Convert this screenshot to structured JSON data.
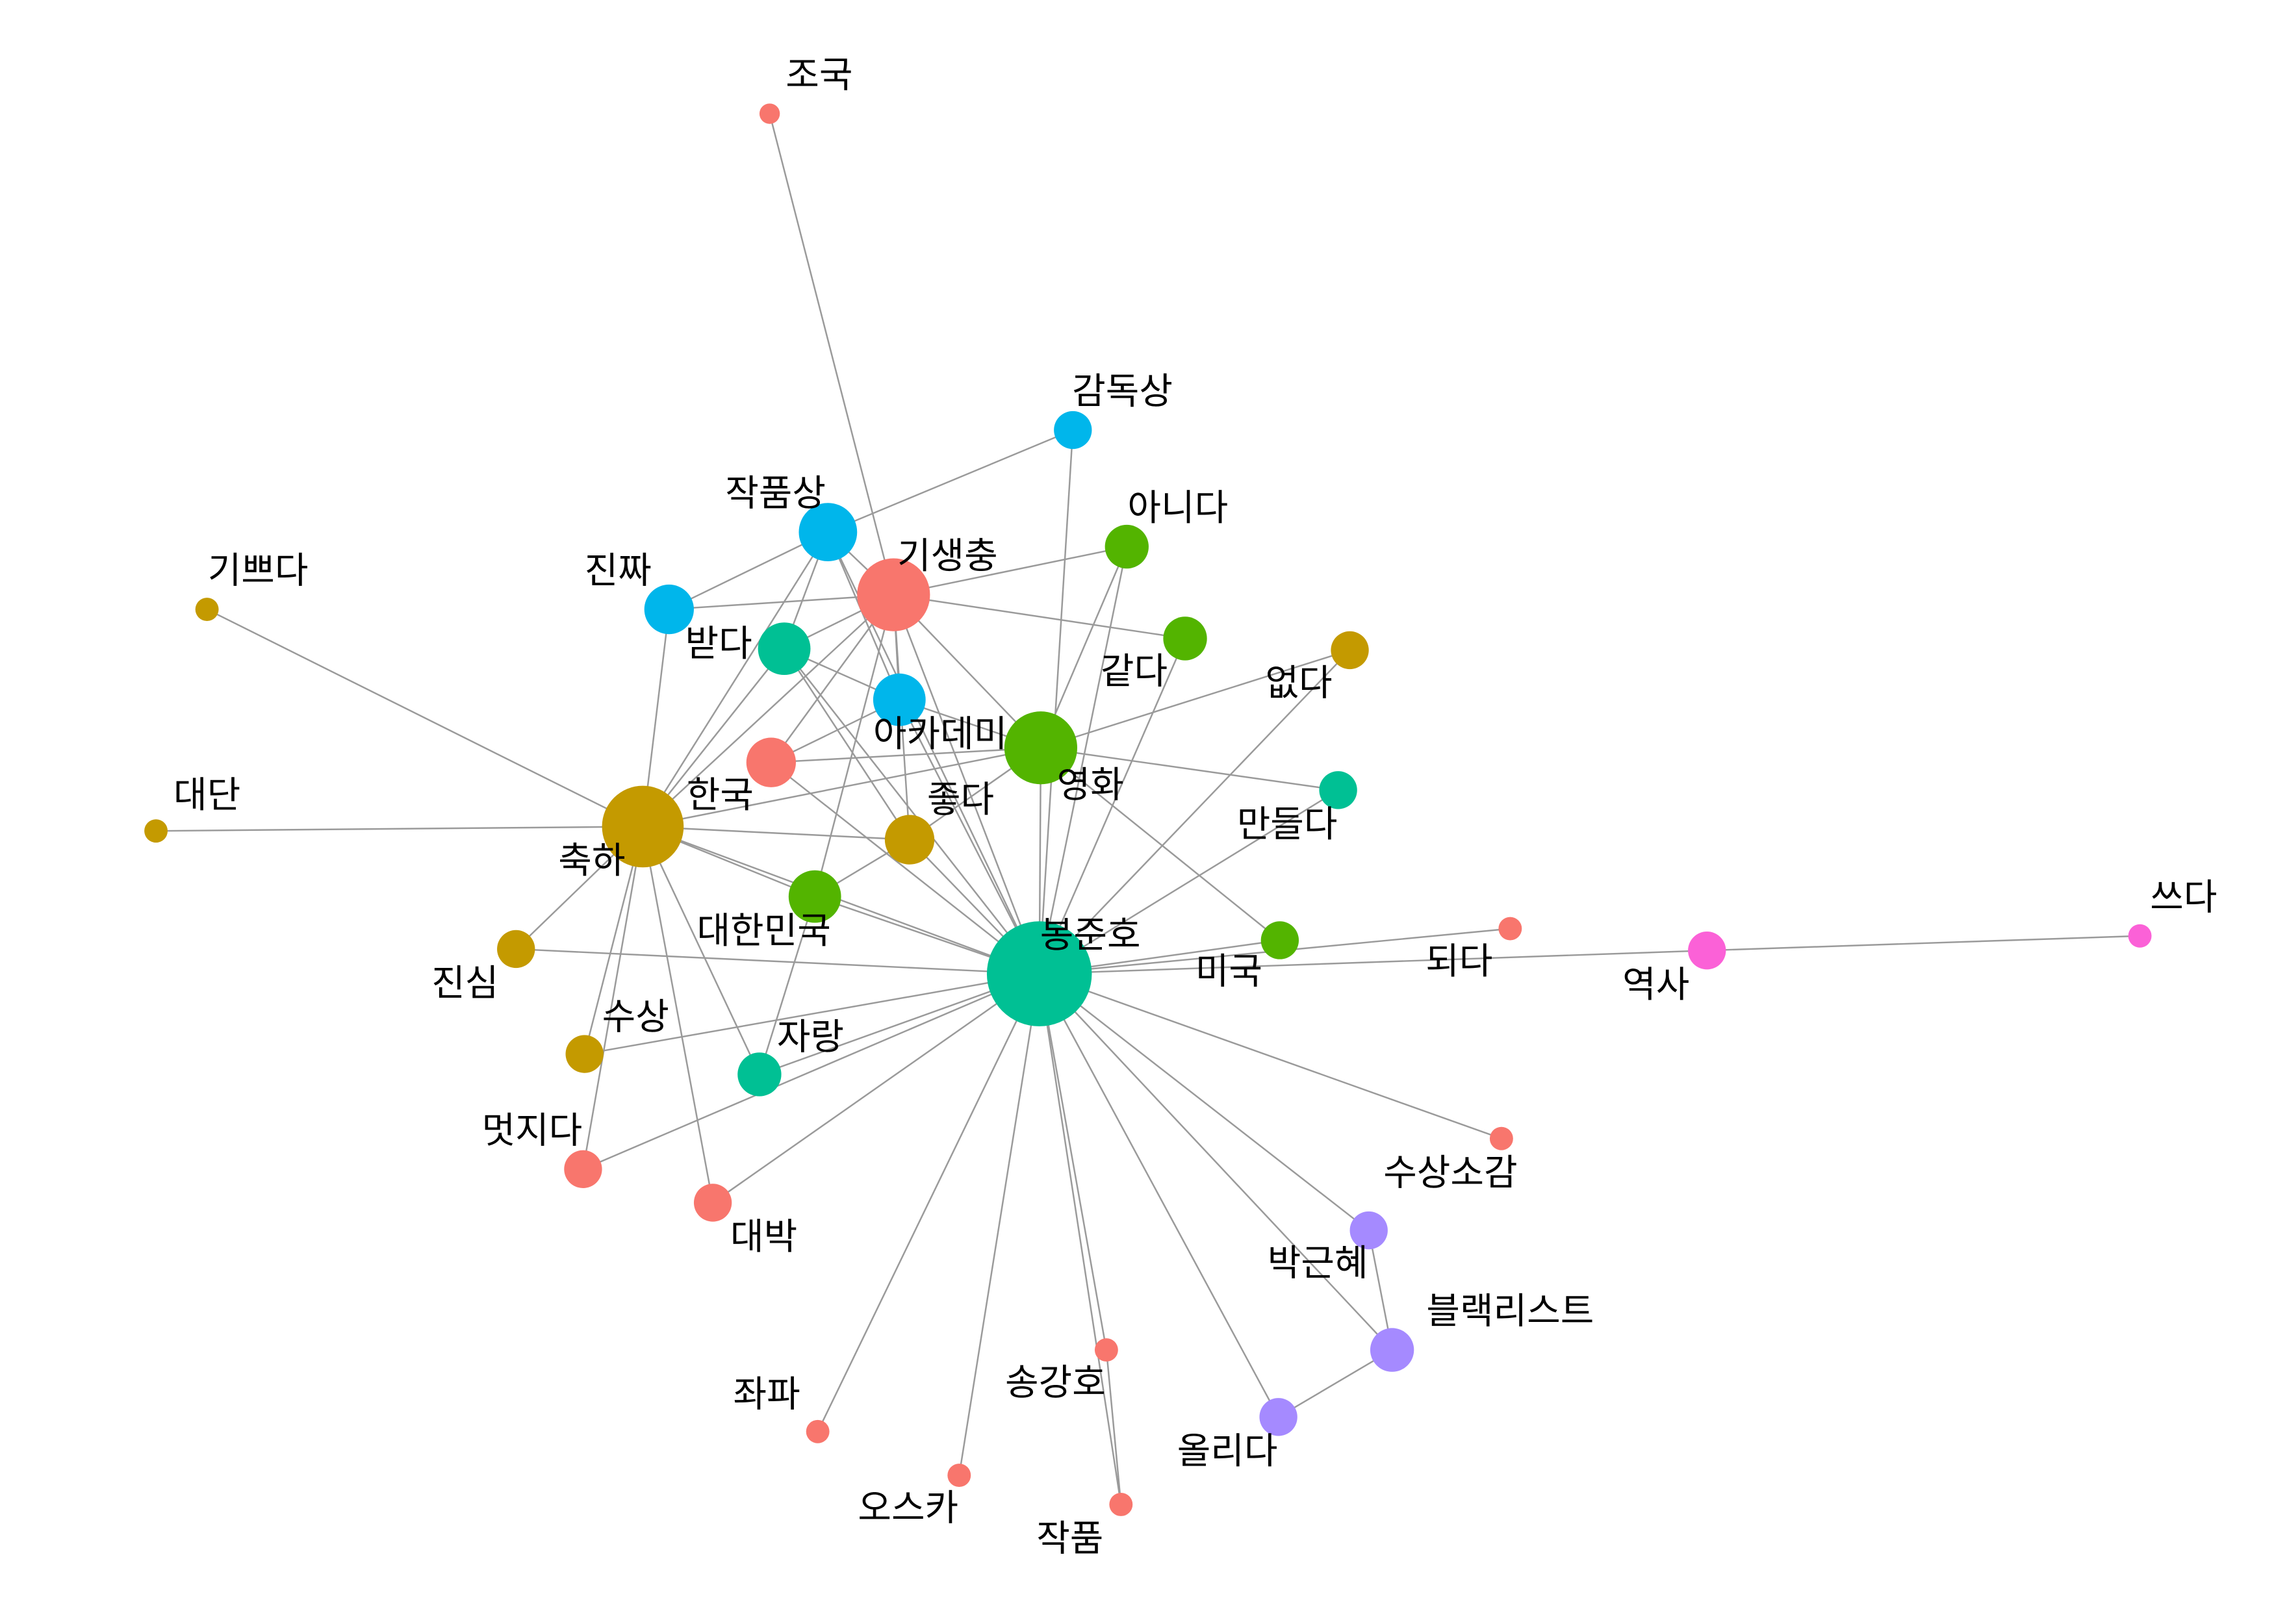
{
  "colors": {
    "red": "#F8766D",
    "olive": "#C49A00",
    "green": "#53B400",
    "teal": "#00C094",
    "blue": "#00B6EB",
    "purple": "#A58AFF",
    "pink": "#FB61D7",
    "edge": "#9a9a9a"
  },
  "nodes": [
    {
      "id": "조국",
      "group": "red",
      "weight": 1
    },
    {
      "id": "감독상",
      "group": "blue",
      "weight": 2
    },
    {
      "id": "작품상",
      "group": "blue",
      "weight": 4
    },
    {
      "id": "기생충",
      "group": "red",
      "weight": 6
    },
    {
      "id": "아니다",
      "group": "green",
      "weight": 3
    },
    {
      "id": "진짜",
      "group": "blue",
      "weight": 3
    },
    {
      "id": "기쁘다",
      "group": "olive",
      "weight": 1
    },
    {
      "id": "받다",
      "group": "teal",
      "weight": 3
    },
    {
      "id": "같다",
      "group": "green",
      "weight": 3
    },
    {
      "id": "없다",
      "group": "olive",
      "weight": 2
    },
    {
      "id": "아카데미",
      "group": "blue",
      "weight": 3
    },
    {
      "id": "한국",
      "group": "red",
      "weight": 3
    },
    {
      "id": "영화",
      "group": "green",
      "weight": 6
    },
    {
      "id": "만들다",
      "group": "teal",
      "weight": 2
    },
    {
      "id": "대단",
      "group": "olive",
      "weight": 1
    },
    {
      "id": "축하",
      "group": "olive",
      "weight": 7
    },
    {
      "id": "좋다",
      "group": "olive",
      "weight": 3
    },
    {
      "id": "대한민국",
      "group": "green",
      "weight": 3
    },
    {
      "id": "봉준호",
      "group": "teal",
      "weight": 9
    },
    {
      "id": "미국",
      "group": "green",
      "weight": 2
    },
    {
      "id": "되다",
      "group": "red",
      "weight": 1
    },
    {
      "id": "역사",
      "group": "pink",
      "weight": 2
    },
    {
      "id": "쓰다",
      "group": "pink",
      "weight": 1
    },
    {
      "id": "진심",
      "group": "olive",
      "weight": 2
    },
    {
      "id": "수상",
      "group": "olive",
      "weight": 2
    },
    {
      "id": "자랑",
      "group": "teal",
      "weight": 3
    },
    {
      "id": "멋지다",
      "group": "red",
      "weight": 2
    },
    {
      "id": "대박",
      "group": "red",
      "weight": 2
    },
    {
      "id": "수상소감",
      "group": "red",
      "weight": 1
    },
    {
      "id": "박근혜",
      "group": "purple",
      "weight": 2
    },
    {
      "id": "블랙리스트",
      "group": "purple",
      "weight": 3
    },
    {
      "id": "송강호",
      "group": "red",
      "weight": 1
    },
    {
      "id": "좌파",
      "group": "red",
      "weight": 1
    },
    {
      "id": "올리다",
      "group": "purple",
      "weight": 2
    },
    {
      "id": "오스카",
      "group": "red",
      "weight": 1
    },
    {
      "id": "작품",
      "group": "red",
      "weight": 1
    }
  ],
  "edges": [
    [
      "조국",
      "기생충"
    ],
    [
      "감독상",
      "작품상"
    ],
    [
      "감독상",
      "봉준호"
    ],
    [
      "작품상",
      "진짜"
    ],
    [
      "작품상",
      "기생충"
    ],
    [
      "작품상",
      "아카데미"
    ],
    [
      "작품상",
      "축하"
    ],
    [
      "작품상",
      "받다"
    ],
    [
      "작품상",
      "봉준호"
    ],
    [
      "기생충",
      "진짜"
    ],
    [
      "기생충",
      "아니다"
    ],
    [
      "기생충",
      "같다"
    ],
    [
      "기생충",
      "받다"
    ],
    [
      "기생충",
      "아카데미"
    ],
    [
      "기생충",
      "영화"
    ],
    [
      "기생충",
      "축하"
    ],
    [
      "기생충",
      "대한민국"
    ],
    [
      "기생충",
      "봉준호"
    ],
    [
      "기생충",
      "좋다"
    ],
    [
      "기생충",
      "한국"
    ],
    [
      "진짜",
      "축하"
    ],
    [
      "기쁘다",
      "축하"
    ],
    [
      "받다",
      "아카데미"
    ],
    [
      "받다",
      "축하"
    ],
    [
      "받다",
      "봉준호"
    ],
    [
      "받다",
      "좋다"
    ],
    [
      "아니다",
      "영화"
    ],
    [
      "아니다",
      "봉준호"
    ],
    [
      "같다",
      "봉준호"
    ],
    [
      "없다",
      "영화"
    ],
    [
      "없다",
      "봉준호"
    ],
    [
      "아카데미",
      "영화"
    ],
    [
      "아카데미",
      "한국"
    ],
    [
      "아카데미",
      "봉준호"
    ],
    [
      "한국",
      "영화"
    ],
    [
      "한국",
      "봉준호"
    ],
    [
      "영화",
      "축하"
    ],
    [
      "영화",
      "만들다"
    ],
    [
      "영화",
      "좋다"
    ],
    [
      "영화",
      "봉준호"
    ],
    [
      "영화",
      "미국"
    ],
    [
      "만들다",
      "봉준호"
    ],
    [
      "대단",
      "축하"
    ],
    [
      "축하",
      "좋다"
    ],
    [
      "축하",
      "대한민국"
    ],
    [
      "축하",
      "봉준호"
    ],
    [
      "축하",
      "진심"
    ],
    [
      "축하",
      "수상"
    ],
    [
      "축하",
      "멋지다"
    ],
    [
      "축하",
      "대박"
    ],
    [
      "축하",
      "자랑"
    ],
    [
      "좋다",
      "대한민국"
    ],
    [
      "좋다",
      "봉준호"
    ],
    [
      "대한민국",
      "봉준호"
    ],
    [
      "대한민국",
      "자랑"
    ],
    [
      "봉준호",
      "미국"
    ],
    [
      "봉준호",
      "되다"
    ],
    [
      "봉준호",
      "역사"
    ],
    [
      "봉준호",
      "진심"
    ],
    [
      "봉준호",
      "수상"
    ],
    [
      "봉준호",
      "자랑"
    ],
    [
      "봉준호",
      "멋지다"
    ],
    [
      "봉준호",
      "대박"
    ],
    [
      "봉준호",
      "수상소감"
    ],
    [
      "봉준호",
      "박근혜"
    ],
    [
      "봉준호",
      "블랙리스트"
    ],
    [
      "봉준호",
      "송강호"
    ],
    [
      "봉준호",
      "좌파"
    ],
    [
      "봉준호",
      "올리다"
    ],
    [
      "봉준호",
      "오스카"
    ],
    [
      "봉준호",
      "작품"
    ],
    [
      "역사",
      "쓰다"
    ],
    [
      "박근혜",
      "블랙리스트"
    ],
    [
      "블랙리스트",
      "올리다"
    ],
    [
      "송강호",
      "작품"
    ]
  ]
}
